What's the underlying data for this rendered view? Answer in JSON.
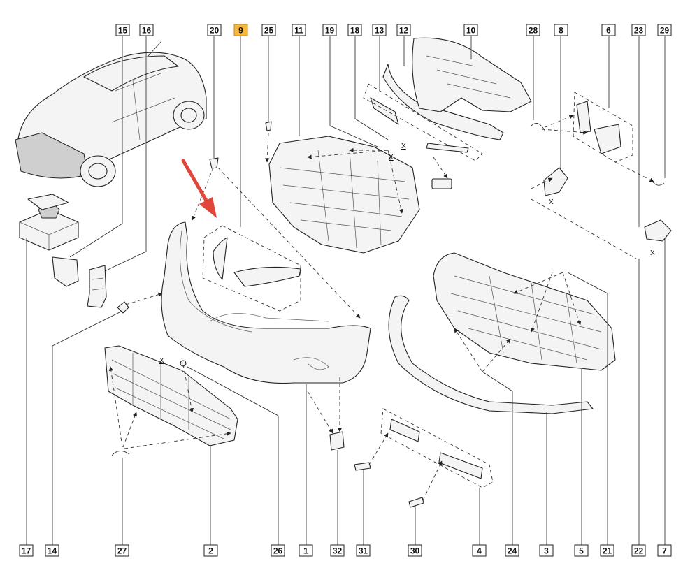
{
  "callouts_top": [
    "15",
    "16",
    "20",
    "9",
    "25",
    "11",
    "19",
    "18",
    "13",
    "12",
    "10",
    "28",
    "8",
    "6",
    "23",
    "29"
  ],
  "callouts_bottom": [
    "17",
    "14",
    "27",
    "2",
    "26",
    "1",
    "32",
    "31",
    "30",
    "4",
    "24",
    "3",
    "5",
    "21",
    "22",
    "7"
  ],
  "highlighted_callout": "9",
  "x_marks": [
    "X",
    "X",
    "X",
    "X",
    "X"
  ],
  "colors": {
    "highlight": "#f6b73c",
    "arrow": "#e0463a"
  }
}
